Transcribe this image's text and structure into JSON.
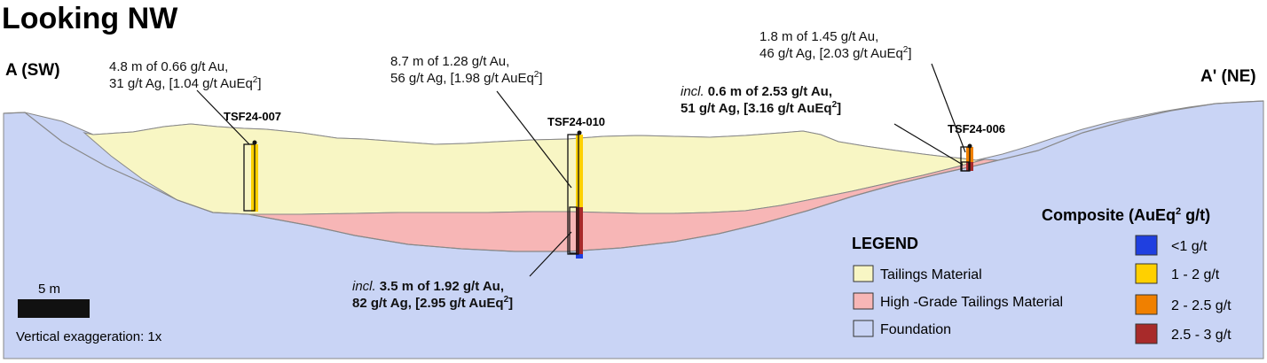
{
  "title": "Looking NW",
  "sections": {
    "left": "A (SW)",
    "right": "A' (NE)"
  },
  "colors": {
    "foundation": "#c9d4f5",
    "tailings": "#f8f6c4",
    "high_grade": "#f7b6b6",
    "lt1": "#1f3fe0",
    "g1_2": "#ffd000",
    "g2_25": "#f08000",
    "g25_3": "#a82a2a"
  },
  "drillholes": [
    {
      "id": "TSF24-007"
    },
    {
      "id": "TSF24-010"
    },
    {
      "id": "TSF24-006"
    }
  ],
  "annotations": {
    "tsf007": {
      "line1": "4.8 m of 0.66 g/t Au,",
      "line2": "31 g/t Ag, [1.04 g/t AuEq",
      "sup": "2",
      "end": "]"
    },
    "tsf010": {
      "line1": "8.7 m of 1.28 g/t Au,",
      "line2": "56 g/t Ag, [1.98 g/t AuEq",
      "sup": "2",
      "end": "]"
    },
    "tsf010_incl": {
      "incl": "incl.",
      "line1": "3.5 m of 1.92 g/t Au,",
      "line2": "82 g/t Ag, [2.95 g/t AuEq",
      "sup": "2",
      "end": "]"
    },
    "tsf006": {
      "line1": "1.8 m of 1.45 g/t Au,",
      "line2": "46 g/t Ag, [2.03 g/t AuEq",
      "sup": "2",
      "end": "]"
    },
    "tsf006_incl": {
      "incl": "incl.",
      "line1": "0.6 m of 2.53 g/t Au,",
      "line2": "51 g/t Ag, [3.16 g/t AuEq",
      "sup": "2",
      "end": "]"
    }
  },
  "legend": {
    "title": "LEGEND",
    "items": [
      "Tailings Material",
      "High -Grade Tailings Material",
      "Foundation"
    ]
  },
  "composite": {
    "title_pre": "Composite (AuEq",
    "title_sup": "2",
    "title_post": " g/t)",
    "items": [
      "<1 g/t",
      "1 - 2 g/t",
      "2 - 2.5 g/t",
      "2.5 - 3 g/t"
    ]
  },
  "scale": {
    "label": "5 m",
    "note": "Vertical exaggeration: 1x"
  }
}
